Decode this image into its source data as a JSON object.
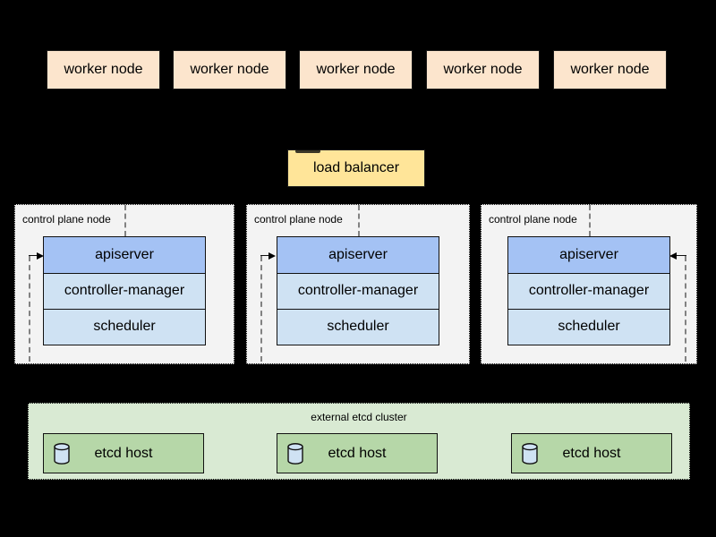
{
  "workers": {
    "nodes": [
      "worker node",
      "worker node",
      "worker node",
      "worker node",
      "worker node"
    ]
  },
  "load_balancer": {
    "label": "load balancer"
  },
  "control_plane_nodes": [
    {
      "label": "control plane node",
      "components": [
        "apiserver",
        "controller-manager",
        "scheduler"
      ]
    },
    {
      "label": "control plane node",
      "components": [
        "apiserver",
        "controller-manager",
        "scheduler"
      ]
    },
    {
      "label": "control plane node",
      "components": [
        "apiserver",
        "controller-manager",
        "scheduler"
      ]
    }
  ],
  "etcd_cluster": {
    "label": "external etcd cluster",
    "hosts": [
      {
        "icon": "database-cylinder-icon",
        "label": "etcd host"
      },
      {
        "icon": "database-cylinder-icon",
        "label": "etcd host"
      },
      {
        "icon": "database-cylinder-icon",
        "label": "etcd host"
      }
    ]
  },
  "colors": {
    "background": "#000000",
    "worker_node_fill": "#fce5cd",
    "load_balancer_fill": "#ffe599",
    "control_plane_fill": "#f3f3f3",
    "apiserver_fill": "#a4c2f4",
    "component_fill": "#cfe2f3",
    "etcd_cluster_fill": "#d9ead3",
    "etcd_host_fill": "#b6d7a8",
    "cylinder_fill": "#cfe2f3",
    "dashed_line": "#828282",
    "solid_line": "#111111",
    "text_color": "#000000"
  }
}
